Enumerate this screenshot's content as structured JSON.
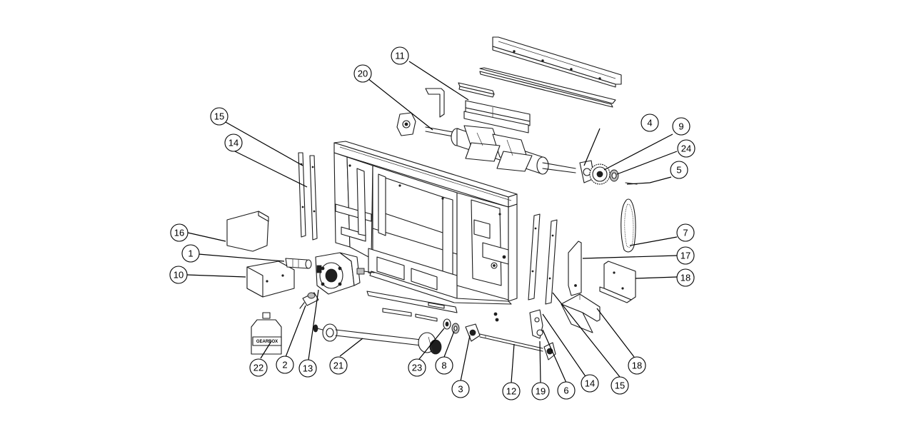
{
  "diagram": {
    "callouts": [
      {
        "id": "c1",
        "label": "1"
      },
      {
        "id": "c2",
        "label": "2"
      },
      {
        "id": "c3",
        "label": "3"
      },
      {
        "id": "c4",
        "label": "4"
      },
      {
        "id": "c5",
        "label": "5"
      },
      {
        "id": "c6",
        "label": "6"
      },
      {
        "id": "c7",
        "label": "7"
      },
      {
        "id": "c8",
        "label": "8"
      },
      {
        "id": "c9",
        "label": "9"
      },
      {
        "id": "c10",
        "label": "10"
      },
      {
        "id": "c11",
        "label": "11"
      },
      {
        "id": "c12",
        "label": "12"
      },
      {
        "id": "c13",
        "label": "13"
      },
      {
        "id": "c14a",
        "label": "14"
      },
      {
        "id": "c14b",
        "label": "14"
      },
      {
        "id": "c15a",
        "label": "15"
      },
      {
        "id": "c15b",
        "label": "15"
      },
      {
        "id": "c16",
        "label": "16"
      },
      {
        "id": "c17",
        "label": "17"
      },
      {
        "id": "c18a",
        "label": "18"
      },
      {
        "id": "c18b",
        "label": "18"
      },
      {
        "id": "c19",
        "label": "19"
      },
      {
        "id": "c20",
        "label": "20"
      },
      {
        "id": "c21",
        "label": "21"
      },
      {
        "id": "c22",
        "label": "22"
      },
      {
        "id": "c23",
        "label": "23"
      },
      {
        "id": "c24",
        "label": "24"
      }
    ],
    "bottle_label": "GEARBOX"
  }
}
